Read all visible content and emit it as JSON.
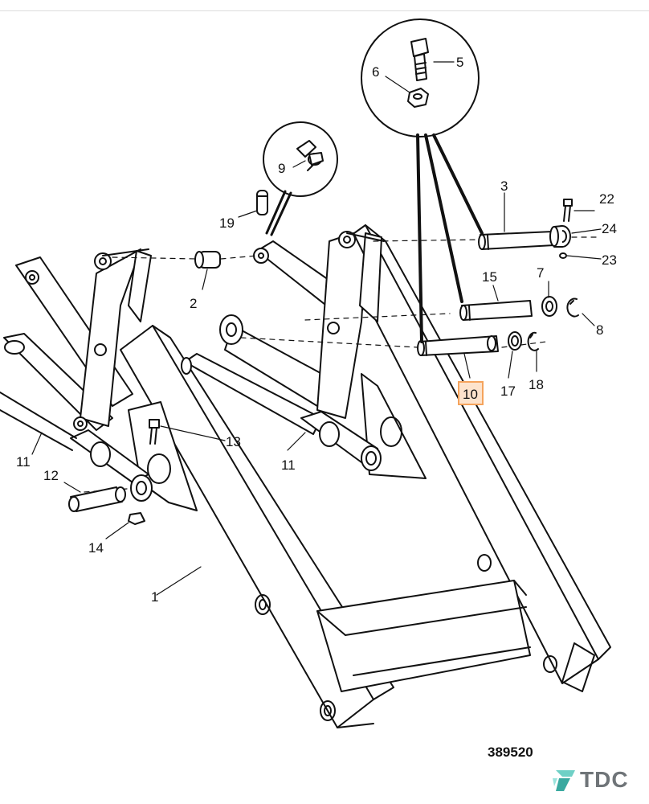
{
  "colors": {
    "highlight": "#f5a35c",
    "highlight_fill": "#fde3cc",
    "line": "#111111"
  },
  "parts": {
    "p1": "1",
    "p2": "2",
    "p3": "3",
    "p5": "5",
    "p6": "6",
    "p7": "7",
    "p8": "8",
    "p9": "9",
    "p10": "10",
    "p11a": "11",
    "p11b": "11",
    "p12": "12",
    "p13": "13",
    "p14": "14",
    "p15": "15",
    "p17": "17",
    "p18": "18",
    "p19": "19",
    "p22": "22",
    "p23": "23",
    "p24": "24"
  },
  "highlighted_part": "10",
  "drawing_number": "389520",
  "logo": {
    "text": "TDC",
    "icon": "tdc-logo-icon"
  }
}
